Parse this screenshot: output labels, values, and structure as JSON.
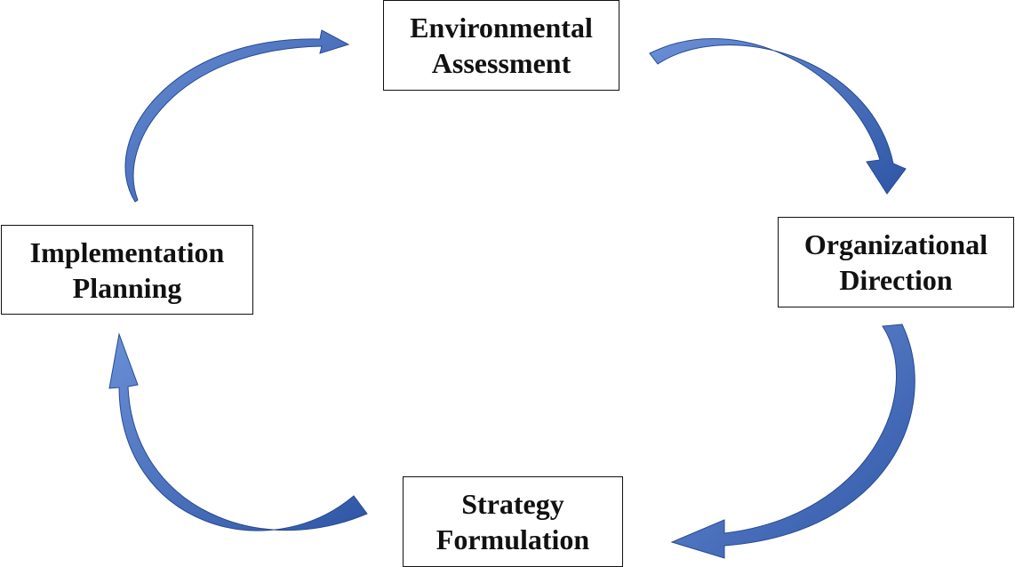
{
  "nodes": {
    "environmental_assessment": {
      "line1": "Environmental",
      "line2": "Assessment"
    },
    "organizational_direction": {
      "line1": "Organizational",
      "line2": "Direction"
    },
    "strategy_formulation": {
      "line1": "Strategy",
      "line2": "Formulation"
    },
    "implementation_planning": {
      "line1": "Implementation",
      "line2": "Planning"
    }
  },
  "colors": {
    "arrow_light": "#6a8fd6",
    "arrow_dark": "#2f56a6",
    "arrow_edge": "#284a92",
    "box_border": "#111111",
    "text": "#111111"
  }
}
